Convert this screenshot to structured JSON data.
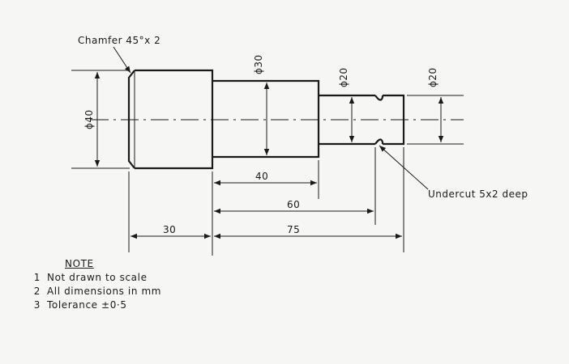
{
  "labels": {
    "chamfer": "Chamfer 45°x 2",
    "undercut": "Undercut 5x2 deep",
    "dia40": "ϕ40",
    "dia30": "ϕ30",
    "dia20_mid": "ϕ20",
    "dia20_right": "ϕ20",
    "len40": "40",
    "len60": "60",
    "len30": "30",
    "len75": "75"
  },
  "note": {
    "title": "NOTE",
    "items": [
      {
        "num": "1",
        "text": "Not drawn to scale"
      },
      {
        "num": "2",
        "text": "All dimensions in mm"
      },
      {
        "num": "3",
        "text": "Tolerance ±0·5"
      }
    ]
  }
}
